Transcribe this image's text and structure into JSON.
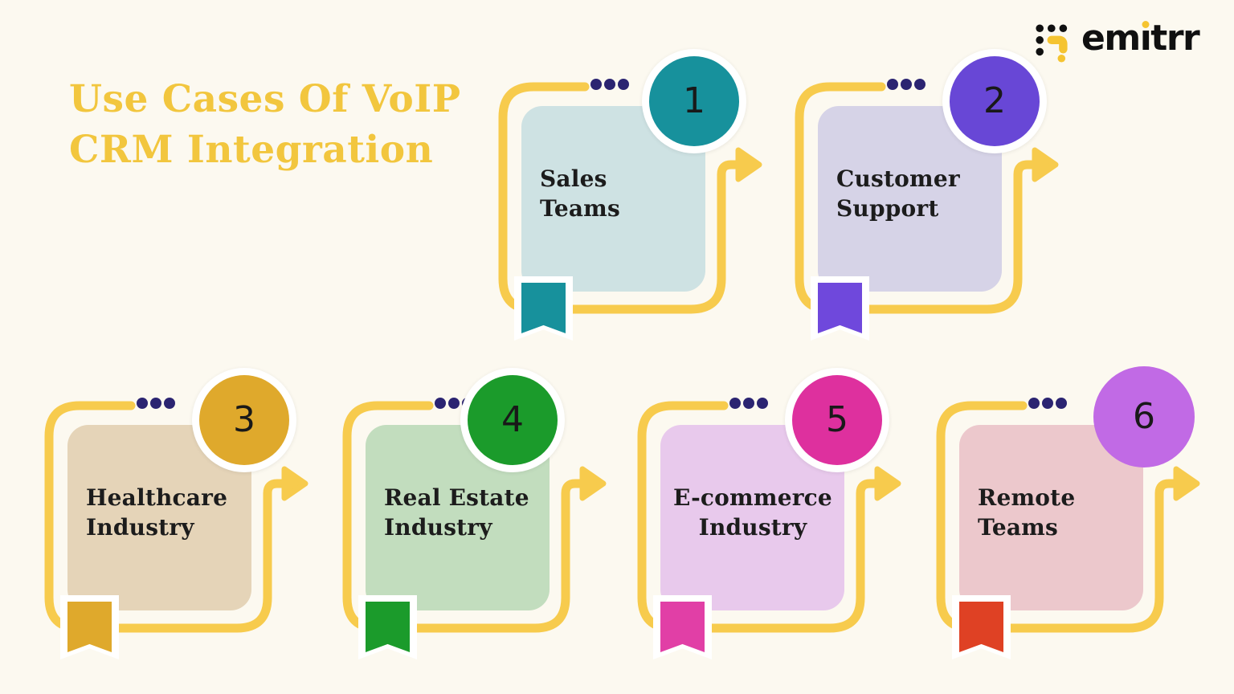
{
  "title": {
    "line1": "Use Cases Of VoIP",
    "line2": "CRM Integration"
  },
  "logo": {
    "brand": "emitrr",
    "part_pre": "em",
    "part_i": "ı",
    "part_post": "trr"
  },
  "colors": {
    "background": "#FCF9F0",
    "flow_yellow": "#F7CB4D",
    "title_yellow": "#F2C63E",
    "ellipsis_indigo": "#2B2471",
    "text_dark": "#1C1C1C",
    "logo_black": "#101010"
  },
  "cards": [
    {
      "number": "1",
      "line1": "Sales",
      "line2": "Teams",
      "bg": "#CEE2E3",
      "accent": "#17919C",
      "bookmark": "#17919C"
    },
    {
      "number": "2",
      "line1": "Customer",
      "line2": "Support",
      "bg": "#D6D3E7",
      "accent": "#6847D6",
      "bookmark": "#6F48DC"
    },
    {
      "number": "3",
      "line1": "Healthcare",
      "line2": "Industry",
      "bg": "#E5D4B8",
      "accent": "#DFA92C",
      "bookmark": "#DFA92C"
    },
    {
      "number": "4",
      "line1": "Real Estate",
      "line2": "Industry",
      "bg": "#C2DDBE",
      "accent": "#1B9B2B",
      "bookmark": "#1B9B2B"
    },
    {
      "number": "5",
      "line1": "E-commerce",
      "line2": "Industry",
      "bg": "#E8C9EC",
      "accent": "#DE309E",
      "bookmark": "#E13FA6"
    },
    {
      "number": "6",
      "line1": "Remote",
      "line2": "Teams",
      "bg": "#ECC8CC",
      "accent": "#C16AE5",
      "bookmark": "#DF4124"
    }
  ]
}
